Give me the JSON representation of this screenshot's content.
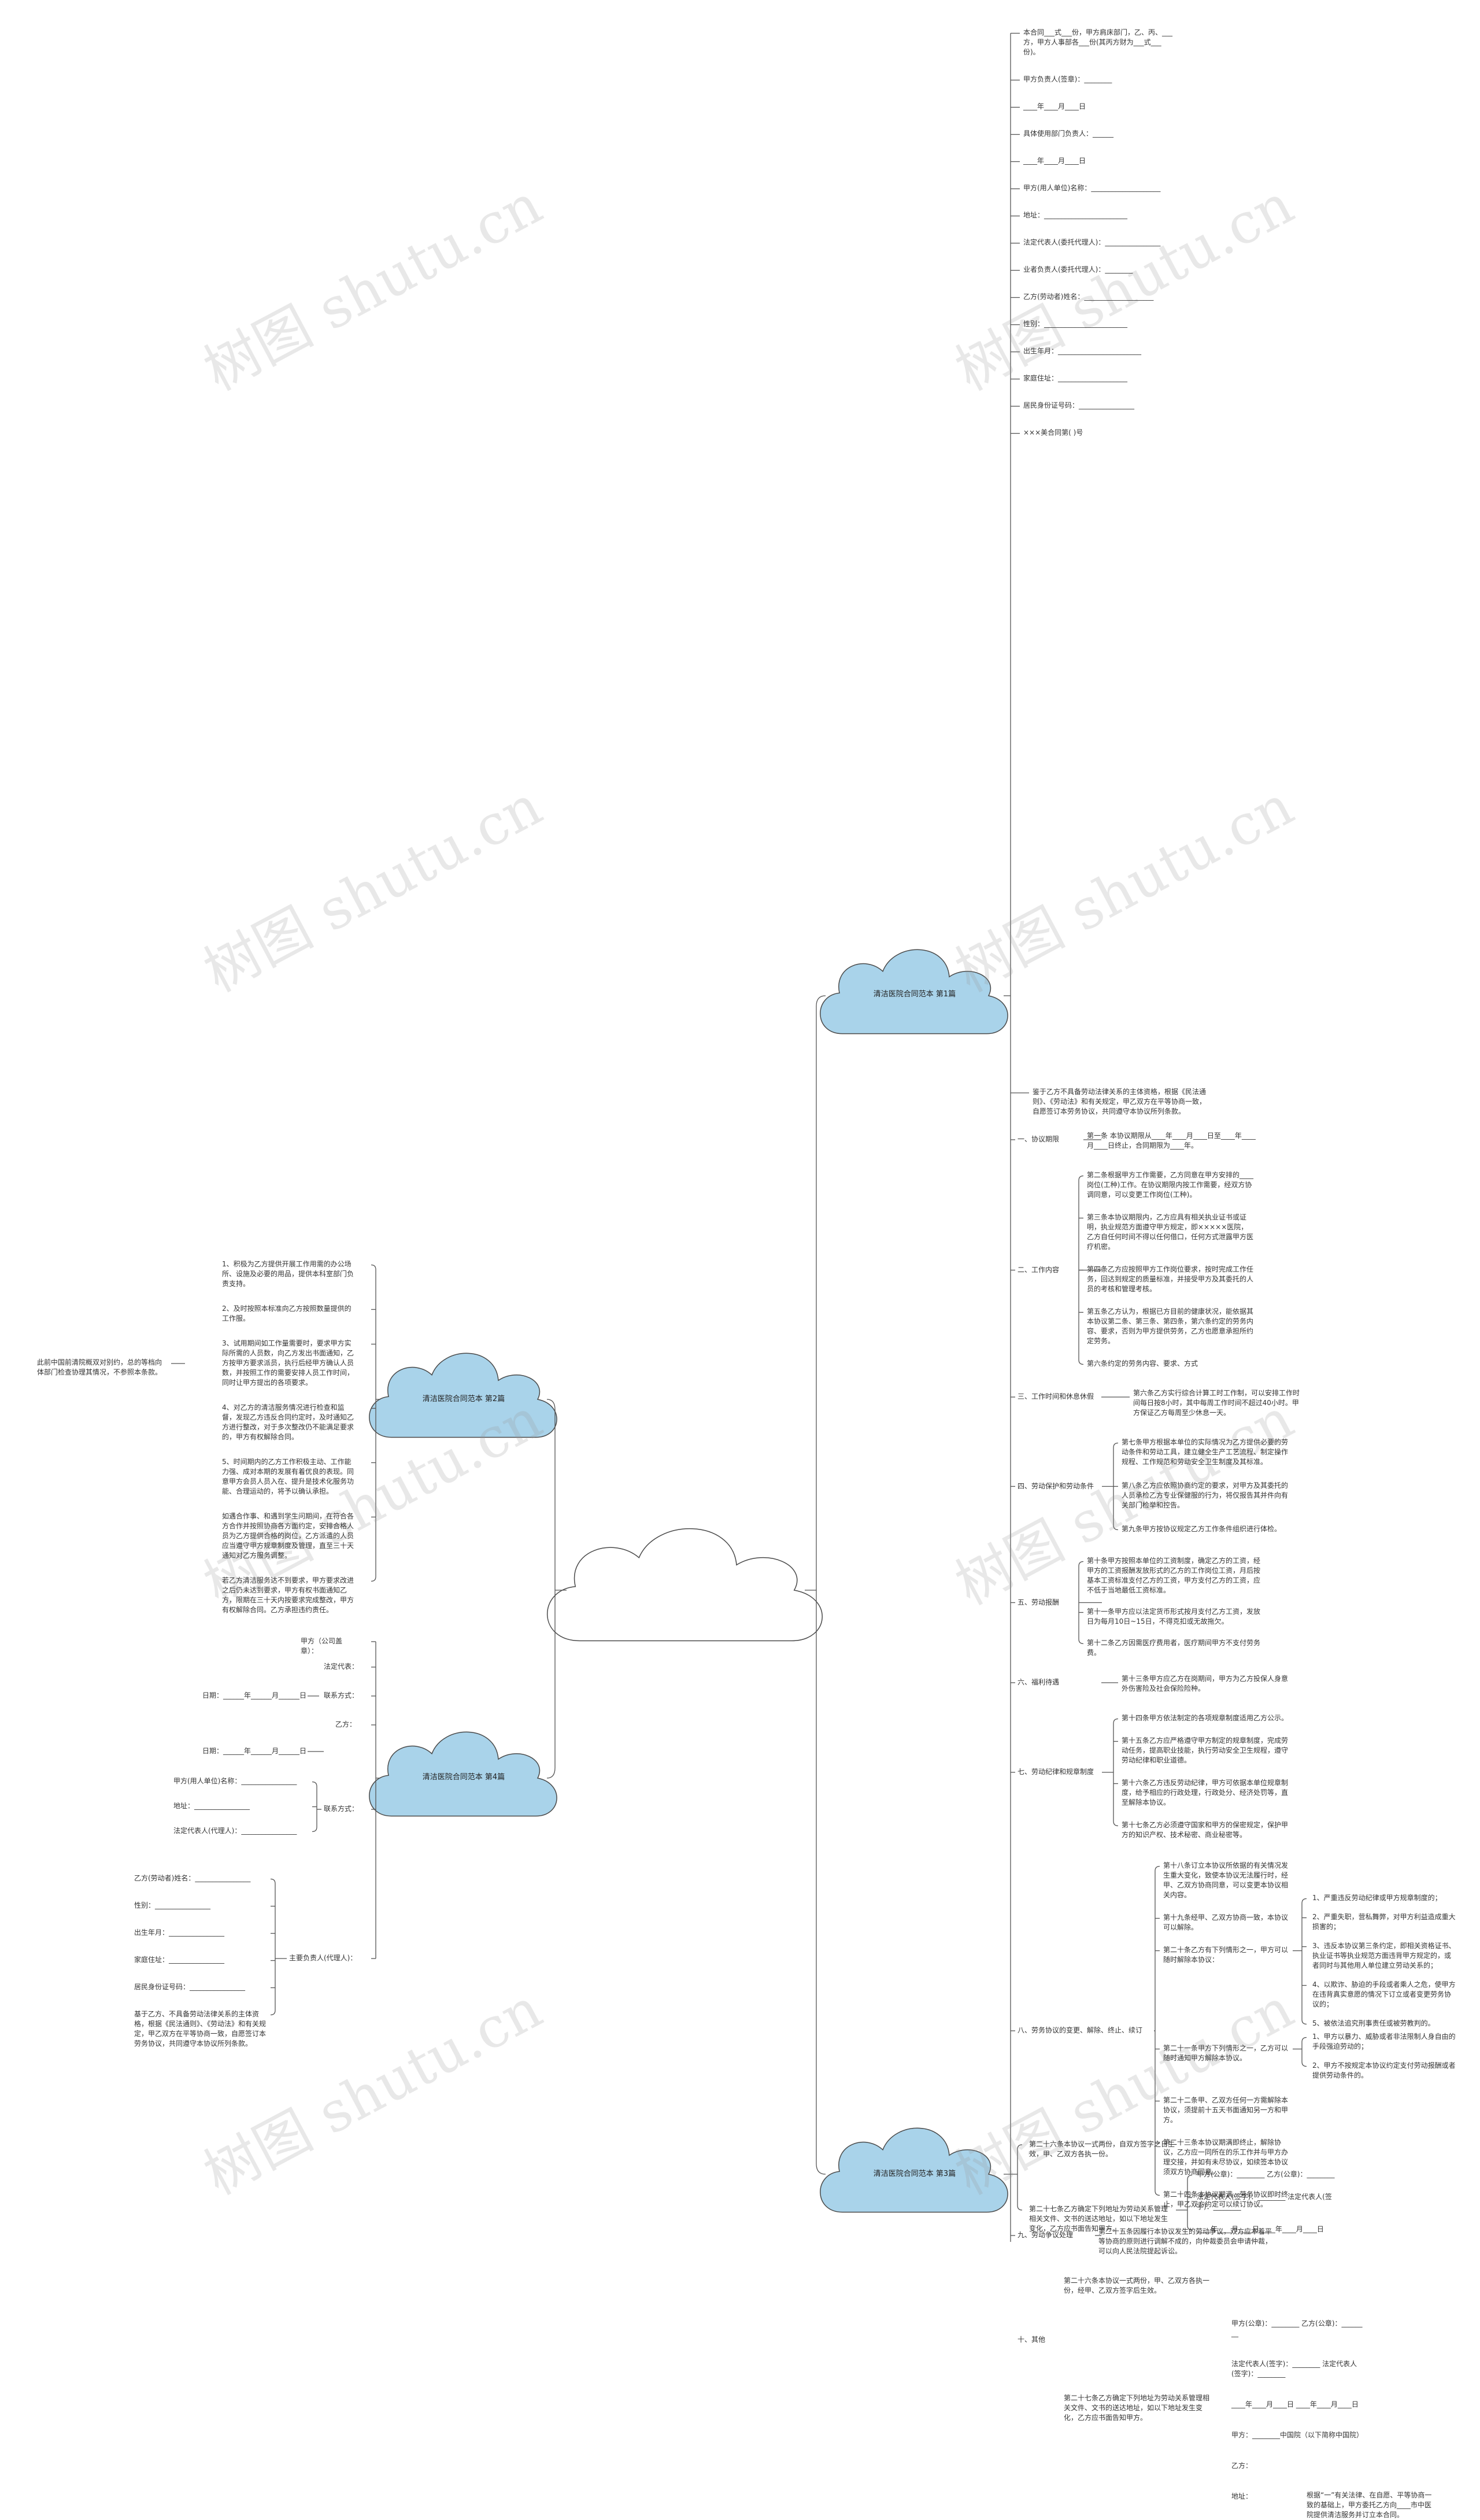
{
  "center": {
    "label": ""
  },
  "branches": [
    {
      "label": "清洁医院合同范本 第1篇"
    },
    {
      "label": "清洁医院合同范本 第2篇"
    },
    {
      "label": "清洁医院合同范本 第3篇"
    },
    {
      "label": "清洁医院合同范本 第4篇"
    }
  ],
  "watermark": "树图 shutu.cn",
  "b1": {
    "head": [
      "本合同___式___份，甲方肩床部门，乙、丙、___方，甲方人事部各___份(其丙方财为___式___份)。",
      "甲方负责人(签章)：________",
      "____年____月____日",
      "具体使用部门负责人：______",
      "____年____月____日",
      "甲方(用人单位)名称：____________________",
      "地址：________________________",
      "法定代表人(委托代理人)：________________",
      "业者负责人(委托代理人)：________",
      "乙方(劳动者)姓名：____________________",
      "性别：________________________",
      "出生年月：________________________",
      "家庭住址：____________________",
      "居民身份证号码：________________",
      "×××美合同第( )号"
    ],
    "intro": "鉴于乙方不具备劳动法律关系的主体资格，根据《民法通则》、《劳动法》和有关规定，甲乙双方在平等协商一致，自愿签订本劳务协议，共同遵守本协议所列条款。",
    "s1": {
      "label": "一、协议期限",
      "text": "第一条 本协议期限从____年____月____日至____年____月____日终止，合同期限为____年。"
    },
    "s2": {
      "label": "二、工作内容",
      "items": [
        "第二条根据甲方工作需要，乙方同意在甲方安排的____岗位(工种)工作。在协议期限内按工作需要，经双方协调同意，可以变更工作岗位(工种)。",
        "第三条本协议期限内，乙方应具有相关执业证书或证明，执业规范方面遵守甲方规定，即×××××医院，乙方自任何时间不得以任何借口，任何方式泄露甲方医疗机密。",
        "第四条乙方应按照甲方工作岗位要求，按时完成工作任务，回达到规定的质量标准，并接受甲方及其委托的人员的考核和管理考核。",
        "第五条乙方认为，根据已方目前的健康状况，能依据其本协议第二条、第三条、第四条，第六条约定的劳务内容、要求，否则为甲方提供劳务，乙方也愿意承担所约定劳务。",
        "第六条约定的劳务内容、要求、方式"
      ]
    },
    "s3": {
      "label": "三、工作时间和休息休假",
      "text": "第六条乙方实行综合计算工时工作制，可以安排工作时间每日按8小时，其中每周工作时间不超过40小时。甲方保证乙方每周至少休息一天。"
    },
    "s4": {
      "label": "四、劳动保护和劳动条件",
      "items": [
        "第七条甲方根据本单位的实际情况为乙方提供必要的劳动条件和劳动工具，建立健全生产工艺流程、制定操作规程、工作规范和劳动安全卫生制度及其标准。",
        "第八条乙方应依照协商约定的要求，对甲方及其委托的人员承检乙方专业保健服的行为，将仅报告其并件向有关部门检举和控告。",
        "第九条甲方按协议规定乙方工作条件组织进行体检。"
      ]
    },
    "s5": {
      "label": "五、劳动报酬",
      "items": [
        "第十条甲方按照本单位的工资制度，确定乙方的工资，经甲方的工资报酬发放形式的乙方的工作岗位工资，月后按基本工资标准支付乙方的工资，甲方支付乙方的工资，应不低于当地最低工资标准。",
        "第十一条甲方应以法定货币形式按月支付乙方工资，发放日为每月10日~15日，不得克扣或无故拖欠。",
        "第十二条乙方因需医疗费用者，医疗期间甲方不支付劳务费。"
      ]
    },
    "s6": {
      "label": "六、福利待遇",
      "text": "第十三条甲方应乙方在岗期间，甲方为乙方投保人身意外伤害险及社会保险险种。"
    },
    "s7": {
      "label": "七、劳动纪律和规章制度",
      "items": [
        "第十四条甲方依法制定的各项规章制度适用乙方公示。",
        "第十五条乙方应严格遵守甲方制定的规章制度，完成劳动任务，提高职业技能，执行劳动安全卫生规程，遵守劳动纪律和职业道德。",
        "第十六条乙方违反劳动纪律，甲方可依据本单位规章制度，给予相应的行政处理，行政处分、经济处罚等，直至解除本协议。",
        "第十七条乙方必须遵守国家和甲方的保密规定，保护甲方的知识产权、技术秘密、商业秘密等。"
      ]
    },
    "s8": {
      "label": "八、劳务协议的变更、解除、终止、续订",
      "items": [
        "第十八条订立本协议所依据的有关情况发生重大变化，致使本协议无法履行时，经甲、乙双方协商同意，可以变更本协议相关内容。",
        "第十九条经甲、乙双方协商一致，本协议可以解除。",
        "第二十条乙方有下列情形之一，甲方可以随时解除本协议：",
        "第二十一条甲方下列情形之一，乙方可以随时通知甲方解除本协议。",
        "第二十二条甲、乙双方任何一方需解除本协议，须提前十五天书面通知另一方和甲方。",
        "第二十三条本协议期满即终止，解除协议，乙方应一同所在的乐工作并与甲方办理交接，并如有未尽协议，如续签本协议须双方协商同意。",
        "第二十四条本协议期满，劳务协议即时终止，甲乙双方约定可以续订协议。"
      ],
      "s20": [
        "1、严重违反劳动纪律或甲方规章制度的；",
        "2、严重失职，营私舞弊，对甲方利益造成重大损害的；",
        "3、违反本协议第三条约定，即相关资格证书、执业证书等执业规范方面违背甲方规定的，或者同时与其他用人单位建立劳动关系的；",
        "4、以欺诈、胁迫的手段或者乘人之危，使甲方在违背真实意愿的情况下订立或者变更劳务协议的；",
        "5、被依法追究刑事责任或被劳教判的。"
      ],
      "s21": [
        "1、甲方以暴力、威胁或者非法限制人身自由的手段强迫劳动的；",
        "2、甲方不按规定本协议约定支付劳动报酬或者提供劳动条件的。"
      ]
    },
    "s9": {
      "label": "九、劳动争议处理",
      "text": "第二十五条因履行本协议发生的劳动争议，双方应本着平等协商的原则进行调解不成的，向仲裁委员会申请仲裁，可以向人民法院提起诉讼。"
    },
    "s10": {
      "label": "十、其他",
      "items": [
        "第二十六条本协议一式两份，甲、乙双方各执一份，经甲、乙双方签字后生效。",
        "第二十七条乙方确定下列地址为劳动关系管理相关文件、文书的送达地址，如以下地址发生变化，乙方应书面告知甲方。"
      ],
      "sig": [
        "甲方(公章)：________ 乙方(公章)：________",
        "法定代表人(签字)：________ 法定代表人(签字)：________",
        "____年____月____日 ____年____月____日",
        "甲方：________中国院（以下简称中国院）",
        "乙方：",
        "地址："
      ],
      "addr": "根据“一”有关法律、在自愿、平等协商一致的基础上，甲方委托乙方向____市中医院提供清洁服务并订立本合同。"
    }
  },
  "b2": {
    "left": "此前中国前清院概双对别约，总的等档向体部门检查协理其情况，不参照本条款。",
    "items": [
      "1、积极为乙方提供开展工作用需的办公场所、设施及必要的用品，提供本科室部门负责支持。",
      "2、及时按照本标准向乙方按照数量提供的工作服。",
      "3、试用期间如工作量需要时，要求甲方实际所需的人员数，向乙方发出书面通知，乙方按甲方要求派员，执行后经甲方确认人员数，并按照工作的需要安排人员工作时间，同时让甲方提出的各项要求。",
      "4、对乙方的清洁服务情况进行检查和监督，发现乙方违反合同约定时，及时通知乙方进行整改，对于多次整改仍不能满足要求的，甲方有权解除合同。",
      "5、时间期内的乙方工作积极主动、工作能力强、成对本期的发展有着优良的表现。同意甲方会员人员入在、提升是技术化服务功能、合理运动的，将予以确认承担。",
      "如遇合作事、和遇到学生问期间，在符合各方合作并按照协商各方面约定，安排合格人员为乙方提供合格的岗位，乙方派遣的人员应当遵守甲方规章制度及管理，直至三十天通知对乙方服务调整。",
      "若乙方清洁服务达不到要求，甲方要求改进之后仍未达到要求，甲方有权书面通知乙方，限期在三十天内按要求完成整改，甲方有权解除合同。乙方承担违约责任。"
    ]
  },
  "b3": {
    "items": [
      "第二十六条本协议一式两份，自双方签字之日生效，甲、乙双方各执一份。",
      "第二十七条乙方确定下列地址为劳动关系管理相关文件、文书的送达地址，如以下地址发生变化，乙方应书面告知甲方。"
    ],
    "sig": [
      "甲方(公章)：________ 乙方(公章)：________",
      "法定代表人(签字)：________ 法定代表人(签字)：________",
      "____年____月____日 ____年____月____日"
    ]
  },
  "b4": {
    "party_a": "甲方（公司盖章）：",
    "rep": "法定代表：",
    "contact": "联系方式：",
    "date1": "日期：______年______月______日",
    "party_b": "乙方：",
    "date2": "日期：______年______月______日",
    "contact2": "联系方式：",
    "lines": [
      "甲方(用人单位)名称：________________",
      "地址：________________",
      "法定代表人(代理人)：________________"
    ],
    "person_label": "主要负责人(代理人)：",
    "person": [
      "乙方(劳动者)姓名：________________",
      "性别：________________",
      "出生年月：________________",
      "家庭住址：________________",
      "居民身份证号码：________________",
      "基于乙方、不具备劳动法律关系的主体资格，根据《民法通则》、《劳动法》和有关规定，甲乙双方在平等协商一致，自愿签订本劳务协议，共同遵守本协议所列条款。"
    ]
  }
}
